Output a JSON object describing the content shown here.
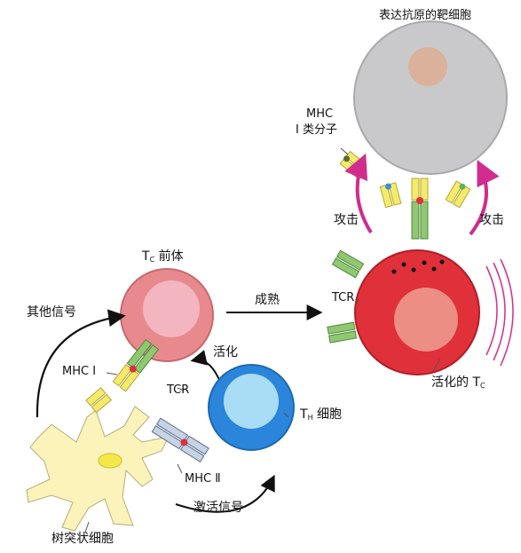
{
  "labels": {
    "target_cell": "表达抗原的靶细胞",
    "mhc1_top": "MHC",
    "mhc1_class": "I 类分子",
    "attack_left": "攻击",
    "attack_right": "攻击",
    "tc_pre_main": "T",
    "tc_pre_sub": "C",
    "tc_pre_suffix": " 前体",
    "mature": "成熟",
    "other_signal": "其他信号",
    "tcr_right": "TCR",
    "activation": "活化",
    "mhc1_left": "MHC Ⅰ",
    "tcr_left": "TCR",
    "active_tc_prefix": "活化的 T",
    "active_tc_sub": "C",
    "th_main": "T",
    "th_sub": "H",
    "th_suffix": " 细胞",
    "mhc2": "MHC Ⅱ",
    "activation_signal": "激活信号",
    "dendritic_cell": "树突状细胞"
  },
  "colors": {
    "target_cell": "#c9c9cb",
    "target_nucleus": "#dcae95",
    "tc_pre_cell": "#e88a8d",
    "tc_pre_nucleus": "#f3b5c0",
    "active_tc_cell": "#e0303a",
    "active_tc_nucleus": "#ec8e84",
    "th_cell": "#2a85db",
    "th_nucleus": "#a9dcf5",
    "dendritic": "#fbf3ba",
    "dendritic_nucleus": "#f3e84a",
    "mhc1": "#f6ea6d",
    "tcr": "#8fc772",
    "mhc2": "#c6d3e4",
    "attack_arrow": "#d12c8e"
  }
}
